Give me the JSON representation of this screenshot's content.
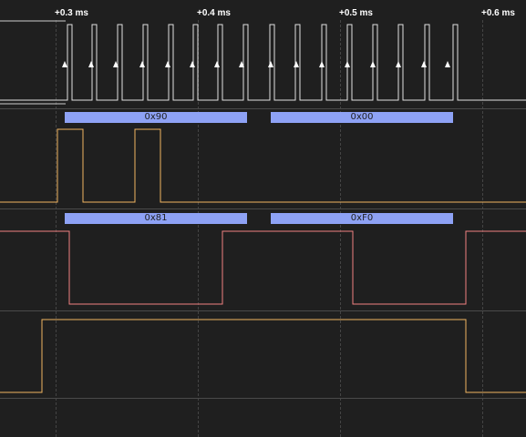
{
  "time_axis": {
    "markers": [
      {
        "label": "+0.3 ms"
      },
      {
        "label": "+0.4 ms"
      },
      {
        "label": "+0.5 ms"
      },
      {
        "label": "+0.6 ms"
      }
    ]
  },
  "channels": [
    {
      "id": "clock",
      "color": "#e0e0e0"
    },
    {
      "id": "mosi",
      "color": "#f2b562",
      "decodes": [
        {
          "value": "0x90"
        },
        {
          "value": "0x00"
        }
      ]
    },
    {
      "id": "miso",
      "color": "#f08080",
      "decodes": [
        {
          "value": "0x81"
        },
        {
          "value": "0xF0"
        }
      ]
    },
    {
      "id": "enable",
      "color": "#f2b562"
    }
  ],
  "colors": {
    "background": "#1f1f1f",
    "grid": "#444444",
    "decode_bar": "#8ea2f5"
  }
}
